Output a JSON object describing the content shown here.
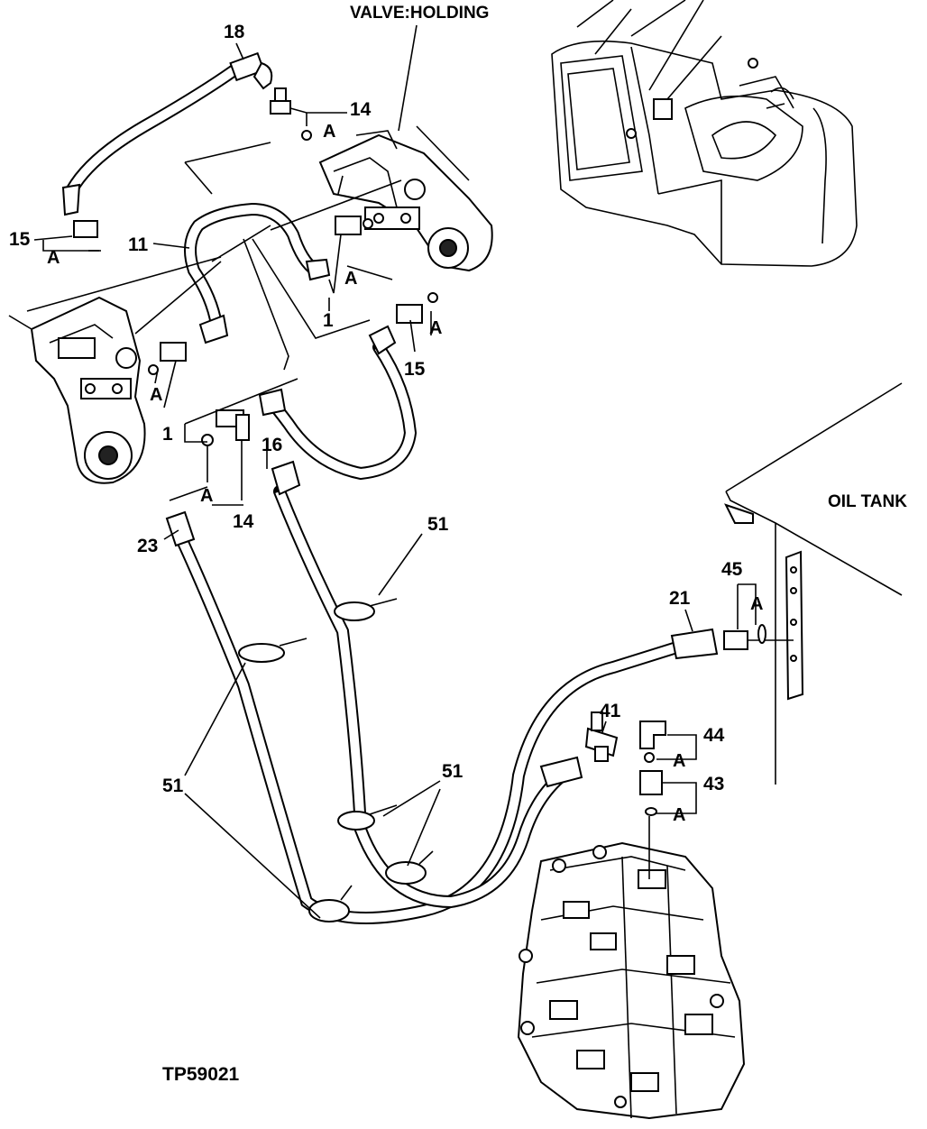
{
  "drawing_id": "TP59021",
  "captions": {
    "valve_holding": "VALVE:HOLDING",
    "oil_tank": "OIL TANK"
  },
  "callouts": {
    "c18": "18",
    "c14_top": "14",
    "c15_left": "15",
    "c11": "11",
    "c1_right": "1",
    "c15_right": "15",
    "c1_left": "1",
    "c16": "16",
    "c14_bottom": "14",
    "c23": "23",
    "c51_top": "51",
    "c51_left": "51",
    "c51_mid": "51",
    "c21": "21",
    "c45": "45",
    "c41": "41",
    "c44": "44",
    "c43": "43"
  },
  "o_ring_refs": {
    "a14_top": "A",
    "a15_left": "A",
    "a1_right": "A",
    "a15_right": "A",
    "a1_left": "A",
    "a14_bottom": "A",
    "a45": "A",
    "a44": "A",
    "a43": "A"
  }
}
